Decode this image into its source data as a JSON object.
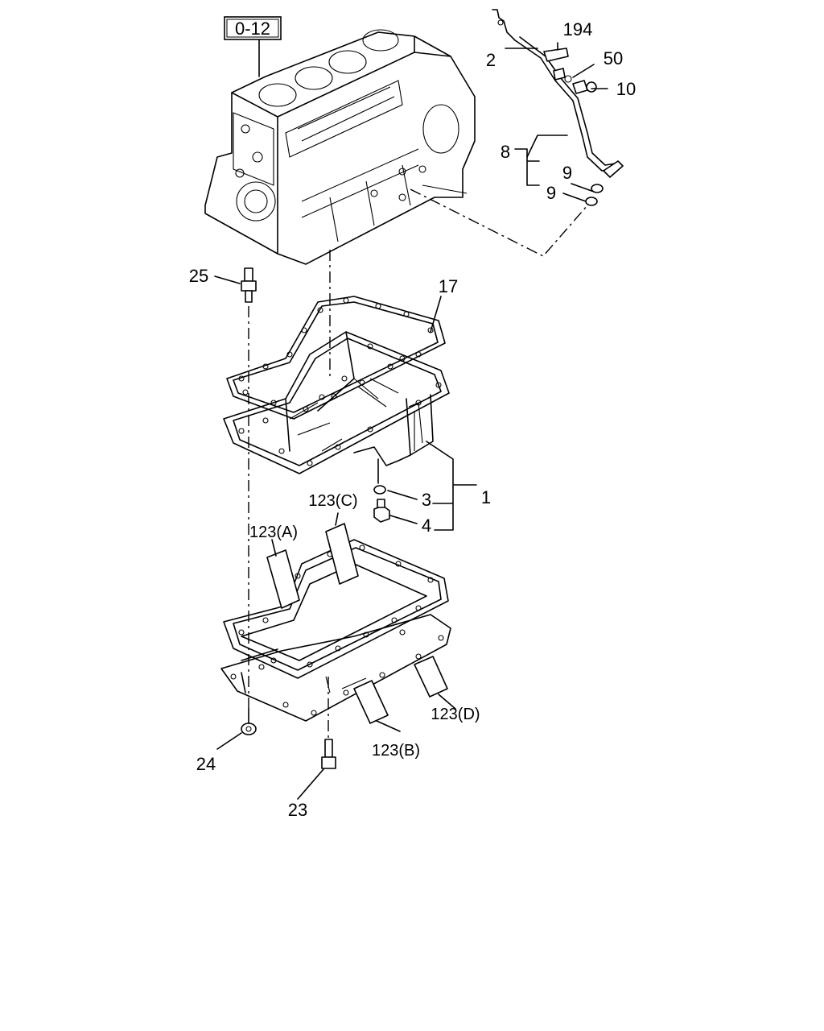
{
  "ref_box": "0-12",
  "labels": {
    "l194": "194",
    "l2": "2",
    "l50": "50",
    "l10": "10",
    "l8": "8",
    "l9a": "9",
    "l9b": "9",
    "l25": "25",
    "l17": "17",
    "l3": "3",
    "l1": "1",
    "l4": "4",
    "l123c": "123(C)",
    "l123a": "123(A)",
    "l123d": "123(D)",
    "l123b": "123(B)",
    "l24": "24",
    "l23": "23"
  }
}
